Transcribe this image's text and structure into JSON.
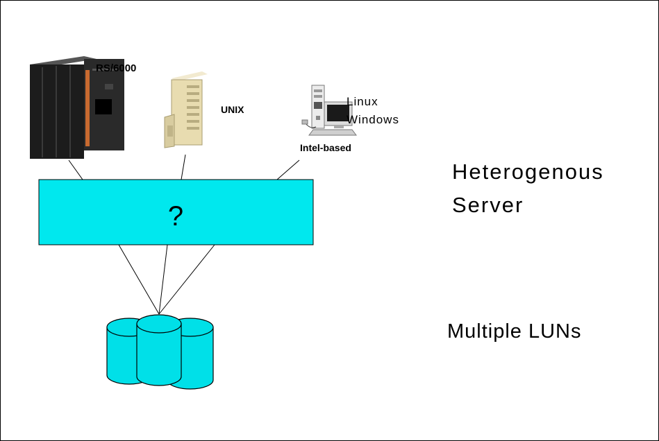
{
  "servers": {
    "rs6000_label": "RS/6000",
    "unix_label": "UNIX",
    "linux_label": "Linux",
    "windows_label": "Windows",
    "intel_label": "Intel-based"
  },
  "switch": {
    "label": "?"
  },
  "captions": {
    "heterogenous_line1": "Heterogenous",
    "heterogenous_line2": "Server",
    "multiple_luns": "Multiple LUNs"
  },
  "colors": {
    "switch_fill": "#00e8ee",
    "disk_fill": "#00e0e8",
    "rs6000_body": "#1c1c1c",
    "unix_body": "#e8dcb0"
  }
}
